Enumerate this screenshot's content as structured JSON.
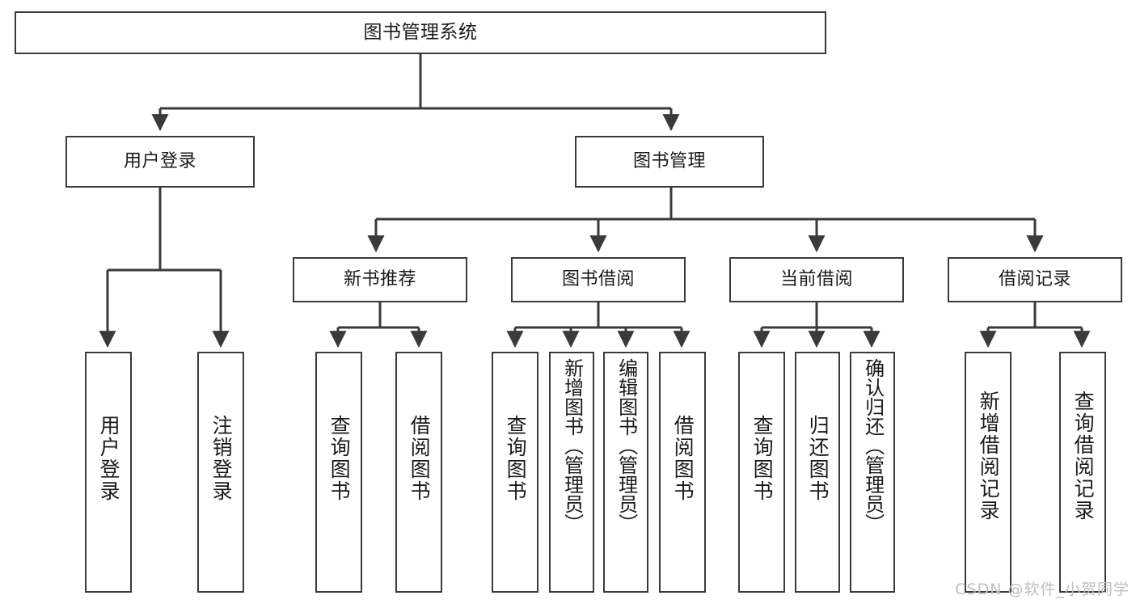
{
  "diagram": {
    "title": "图书管理系统",
    "watermark": "CSDN @软件_小贺同学",
    "colors": {
      "background": "#ffffff",
      "stroke": "#3a3a3a",
      "text": "#1a1a1a",
      "watermark": "#bfbfbf"
    },
    "root": {
      "label": "图书管理系统"
    },
    "level2": [
      {
        "label": "用户登录"
      },
      {
        "label": "图书管理"
      }
    ],
    "level3": [
      {
        "label": "新书推荐"
      },
      {
        "label": "图书借阅"
      },
      {
        "label": "当前借阅"
      },
      {
        "label": "借阅记录"
      }
    ],
    "leaves": {
      "user_login": [
        {
          "label": "用户登录"
        },
        {
          "label": "注销登录"
        }
      ],
      "new_books": [
        {
          "label": "查询图书"
        },
        {
          "label": "借阅图书"
        }
      ],
      "book_borrow": [
        {
          "label": "查询图书"
        },
        {
          "label": "新增图书（管理员）"
        },
        {
          "label": "编辑图书（管理员）"
        },
        {
          "label": "借阅图书"
        }
      ],
      "current_borrow": [
        {
          "label": "查询图书"
        },
        {
          "label": "归还图书"
        },
        {
          "label": "确认归还（管理员）"
        }
      ],
      "borrow_records": [
        {
          "label": "新增借阅记录"
        },
        {
          "label": "查询借阅记录"
        }
      ]
    }
  }
}
